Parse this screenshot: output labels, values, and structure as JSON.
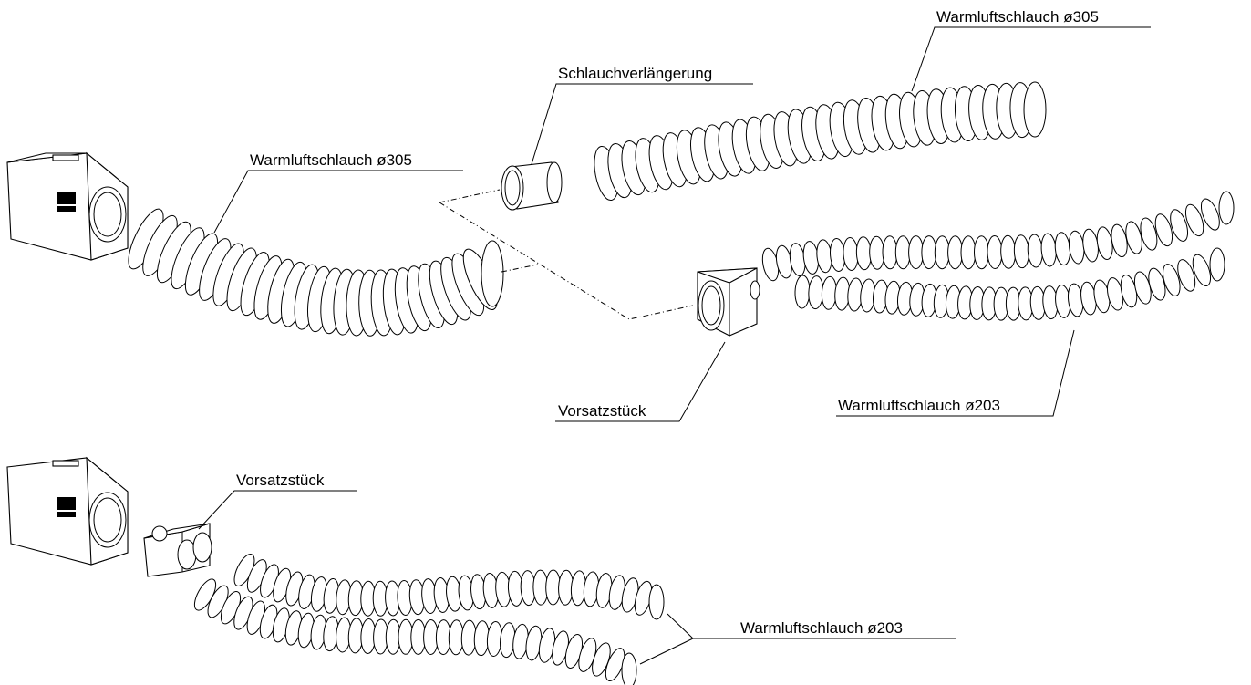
{
  "labels": {
    "hose_305_top": "Warmluftschlauch ø305",
    "extension": "Schlauchverlängerung",
    "hose_305_left": "Warmluftschlauch ø305",
    "adapter_middle": "Vorsatzstück",
    "hose_203_middle": "Warmluftschlauch ø203",
    "adapter_bottom": "Vorsatzstück",
    "hose_203_bottom": "Warmluftschlauch ø203"
  }
}
